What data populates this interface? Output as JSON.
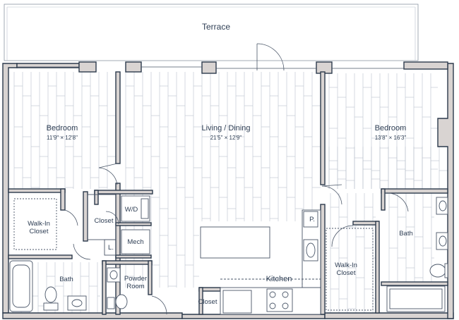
{
  "plan": {
    "accent_color": "#2c3a4c",
    "wall_fill": "#d9d4d2",
    "rooms": {
      "terrace": "Terrace",
      "bedroom_left_name": "Bedroom",
      "bedroom_left_dim": "11'9\" × 12'8\"",
      "living_name": "Living / Dining",
      "living_dim": "21'5\" × 12'9\"",
      "bedroom_right_name": "Bedroom",
      "bedroom_right_dim": "13'8\" × 16'3\"",
      "walkin_left_line1": "Walk-In",
      "walkin_left_line2": "Closet",
      "closet_small": "Closet",
      "wd": "W/D",
      "mech": "Mech",
      "linen": "L.",
      "bath_left": "Bath",
      "powder_line1": "Powder",
      "powder_line2": "Room",
      "closet_bottom": "Closet",
      "kitchen": "Kitchen",
      "pantry": "P.",
      "walkin_right_line1": "Walk-In",
      "walkin_right_line2": "Closet",
      "bath_right": "Bath"
    }
  }
}
